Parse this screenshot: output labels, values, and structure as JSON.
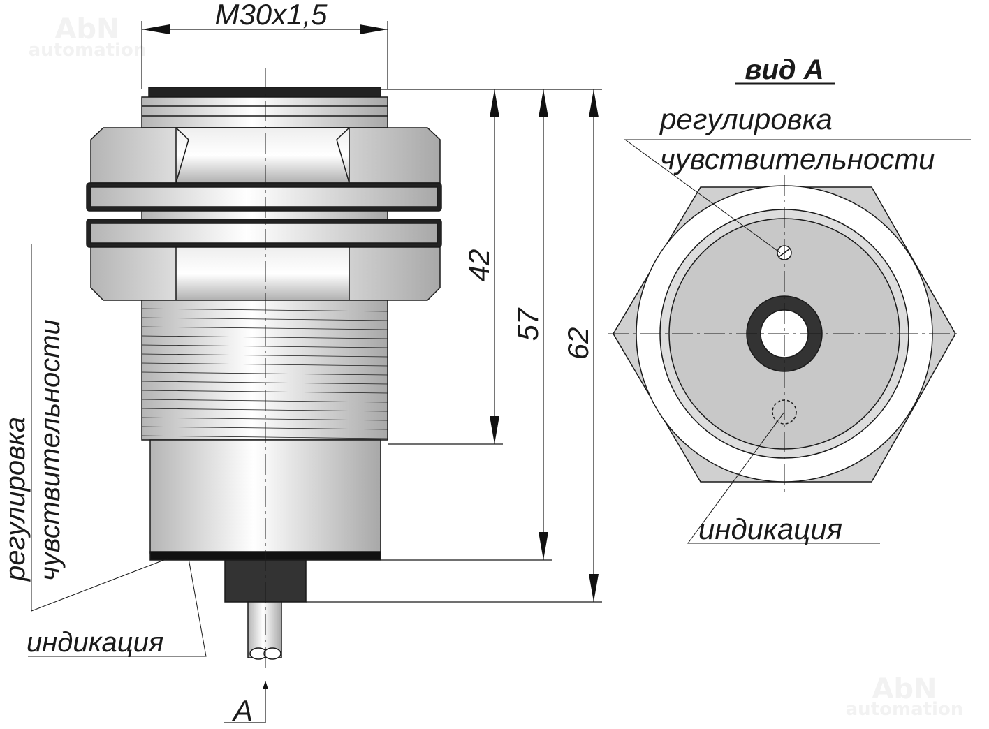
{
  "watermark": {
    "line1": "AbN",
    "line2": "automation"
  },
  "side_view": {
    "thread_label": "M30x1,5",
    "dims": [
      "42",
      "57",
      "62"
    ],
    "label_adjust_line1": "регулировка",
    "label_adjust_line2": "чувствительности",
    "label_indication": "индикация",
    "view_arrow_label": "A"
  },
  "front_view": {
    "title": "вид А",
    "label_adjust_line1": "регулировка",
    "label_adjust_line2": "чувствительности",
    "label_indication": "индикация"
  },
  "colors": {
    "metal": "#d4d4d4",
    "dark": "#2a2a2a",
    "line": "#1a1a1a"
  }
}
